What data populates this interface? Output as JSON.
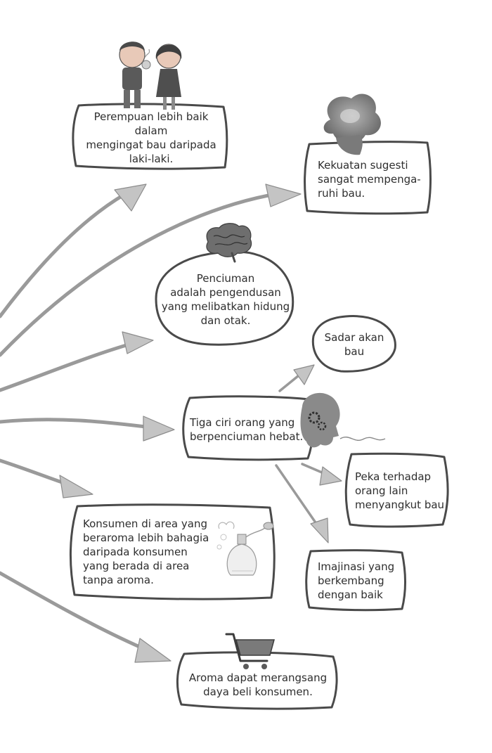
{
  "nodes": {
    "women_smell": "Perempuan lebih baik dalam\nmengingat bau daripada\nlaki-laki.",
    "suggestion": "Kekuatan sugesti\nsangat mempenga-\nruhi bau.",
    "definition": "Penciuman\nadalah pengendusan\nyang melibatkan hidung\ndan otak.",
    "aware": "Sadar akan\nbau",
    "three_traits": "Tiga ciri orang yang\nberpenciuman hebat.",
    "sensitive": "Peka terhadap\norang lain\nmenyangkut bau",
    "consumers_happy": "Konsumen di area yang\nberaroma lebih bahagia\ndaripada konsumen\nyang berada di area\ntanpa aroma.",
    "imagination": "Imajinasi yang\nberkembang\ndengan baik",
    "purchase": "Aroma dapat merangsang\ndaya beli konsumen."
  },
  "icons": {
    "children": "children-smelling-icon",
    "head_cloud": "thought-cloud-head-icon",
    "brain": "brain-icon",
    "head_gears": "gears-head-icon",
    "perfume": "perfume-bottle-icon",
    "cart": "shopping-cart-icon"
  },
  "colors": {
    "ink": "#4a4a4a",
    "arrow": "#9a9a9a",
    "arrow_head": "#c4c4c4",
    "text": "#2e2e2e"
  }
}
